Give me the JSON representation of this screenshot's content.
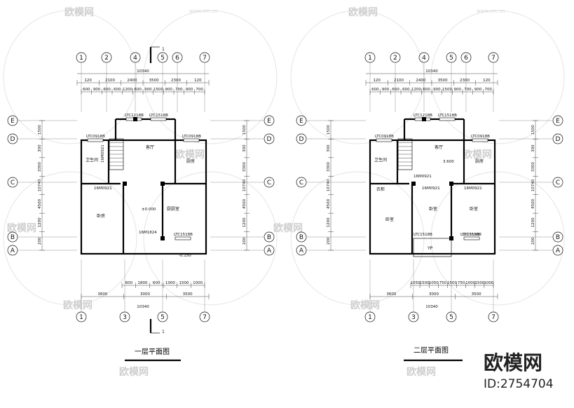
{
  "watermark": {
    "brand_text": "欧模网",
    "url_text": "www.om.cn"
  },
  "brand": {
    "name": "欧模网",
    "id_text": "ID:2754704"
  },
  "floor1": {
    "title": "一层平面图",
    "axes_top": [
      "1",
      "2",
      "4",
      "5",
      "6",
      "7"
    ],
    "axes_bottom": [
      "1",
      "3",
      "5",
      "7"
    ],
    "axes_side": [
      "E",
      "D",
      "C",
      "B",
      "A"
    ],
    "total": "10340",
    "dims_top1": [
      "120",
      "2100",
      "2400",
      "3500",
      "2300",
      "120"
    ],
    "dims_top2": [
      "600",
      "900",
      "600",
      "600",
      "1200",
      "600",
      "900",
      "1500",
      "900",
      "700",
      "900",
      "700"
    ],
    "dims_bottom1": [
      "600",
      "1800",
      "600",
      "1000",
      "1500",
      "1000"
    ],
    "dims_bottom2": [
      "3600",
      "3000",
      "3500"
    ],
    "side_dims": [
      "1500",
      "300",
      "3300",
      "10740",
      "4500",
      "1200",
      "200"
    ],
    "section_mark": "1",
    "rooms": {
      "living": "客厅",
      "toilet": "卫生间",
      "kitchen": "厨房",
      "bedroom": "卧房",
      "kitchen2": "厨厨室",
      "level": "±0.000",
      "level2": "-0.150",
      "door_main": "16M1824",
      "door_a": "16M0921",
      "door_b": "16M0921"
    },
    "windows": [
      "LTC1218B",
      "LTC1518B",
      "LTC0918B",
      "LTC0918B",
      "LTC1518B"
    ]
  },
  "floor2": {
    "title": "二层平面图",
    "axes_top": [
      "1",
      "2",
      "4",
      "5",
      "6",
      "7"
    ],
    "axes_bottom": [
      "1",
      "3",
      "5",
      "7"
    ],
    "axes_side": [
      "E",
      "D",
      "C",
      "B",
      "A"
    ],
    "total": "10340",
    "dims_top1": [
      "120",
      "2100",
      "2400",
      "3500",
      "2300",
      "120"
    ],
    "dims_top2": [
      "600",
      "900",
      "600",
      "600",
      "1200",
      "600",
      "900",
      "1500",
      "900",
      "700",
      "900",
      "700"
    ],
    "dims_bottom1": [
      "1050",
      "1500",
      "1050",
      "750",
      "1500",
      "750",
      "1000",
      "1500",
      "1000"
    ],
    "dims_bottom2": [
      "3600",
      "3000",
      "3500"
    ],
    "side_dims": [
      "1500",
      "300",
      "3300",
      "10740",
      "4500",
      "1200",
      "200"
    ],
    "rooms": {
      "living": "客厅",
      "toilet": "卫生间",
      "kitchen": "厨房",
      "closet": "衣柜",
      "bedroom1": "卧室",
      "bedroom2": "卧室",
      "bedroom3": "卧室",
      "level": "3.600",
      "balcony": "YP",
      "door_1": "16M0921",
      "door_2": "16M0921",
      "door_3": "16M0921"
    },
    "windows": [
      "LTC1218B",
      "LTC1518B",
      "LTC0918B",
      "LTC0918B",
      "LTC1518B",
      "LTC1518B",
      "LTC1518B"
    ]
  }
}
